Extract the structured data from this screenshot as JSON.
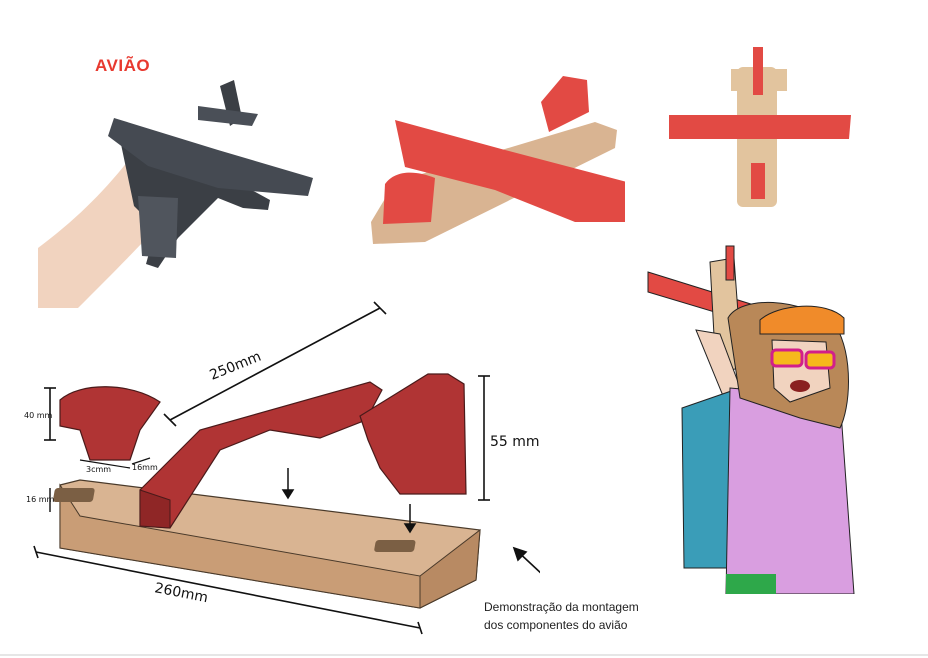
{
  "title": "AVIÃO",
  "caption": {
    "line1": "Demonstração da montagem",
    "line2": "dos componentes do avião"
  },
  "dimensions": {
    "length_top": "250mm",
    "height_right": "55 mm",
    "height_left": "40 mm",
    "base_thickness": "16 mm",
    "width_small_a": "3cmm",
    "width_small_b": "16mm",
    "length_bottom": "260mm"
  },
  "colors": {
    "title": "#e8392f",
    "wing_red": "#b03434",
    "wood": "#d9b492",
    "photo_dark": "#3b3f45"
  }
}
